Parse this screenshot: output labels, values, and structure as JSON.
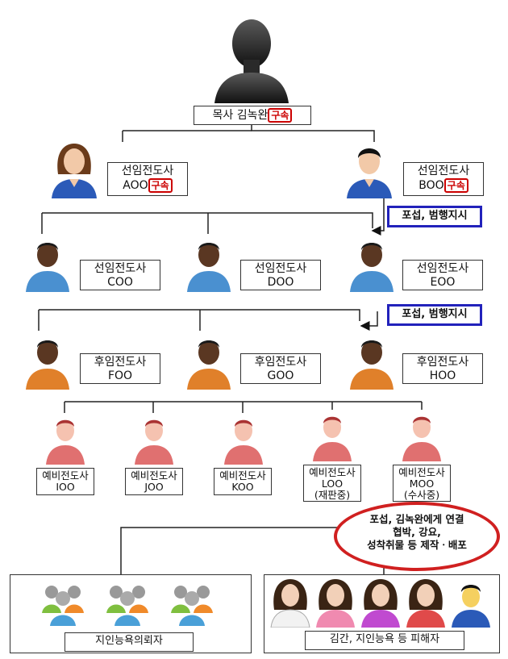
{
  "top": {
    "name": "목사 김녹완",
    "status": "구속"
  },
  "senior_left": {
    "line1": "선임전도사",
    "line2": "AOO",
    "status": "구속"
  },
  "senior_right": {
    "line1": "선임전도사",
    "line2": "BOO",
    "status": "구속"
  },
  "instruction_label": "포섭, 범행지시",
  "level3": [
    {
      "line1": "선임전도사",
      "line2": "COO"
    },
    {
      "line1": "선임전도사",
      "line2": "DOO"
    },
    {
      "line1": "선임전도사",
      "line2": "EOO"
    }
  ],
  "level4": [
    {
      "line1": "후임전도사",
      "line2": "FOO"
    },
    {
      "line1": "후임전도사",
      "line2": "GOO"
    },
    {
      "line1": "후임전도사",
      "line2": "HOO"
    }
  ],
  "level5": [
    {
      "line1": "예비전도사",
      "line2": "IOO",
      "line3": ""
    },
    {
      "line1": "예비전도사",
      "line2": "JOO",
      "line3": ""
    },
    {
      "line1": "예비전도사",
      "line2": "KOO",
      "line3": ""
    },
    {
      "line1": "예비전도사",
      "line2": "LOO",
      "line3": "(재판중)"
    },
    {
      "line1": "예비전도사",
      "line2": "MOO",
      "line3": "(수사중)"
    }
  ],
  "oval": {
    "line1": "포섭, 김녹완에게 연결",
    "line2": "협박, 강요,",
    "line3": "성착취물 등 제작ㆍ배포"
  },
  "suspects_label": "지인능욕의뢰자",
  "victims_label": "김간, 지인능욕 등 피해자",
  "colors": {
    "command_border": "#2222bb",
    "arrest_red": "#c00000",
    "oval_red": "#d02020"
  }
}
